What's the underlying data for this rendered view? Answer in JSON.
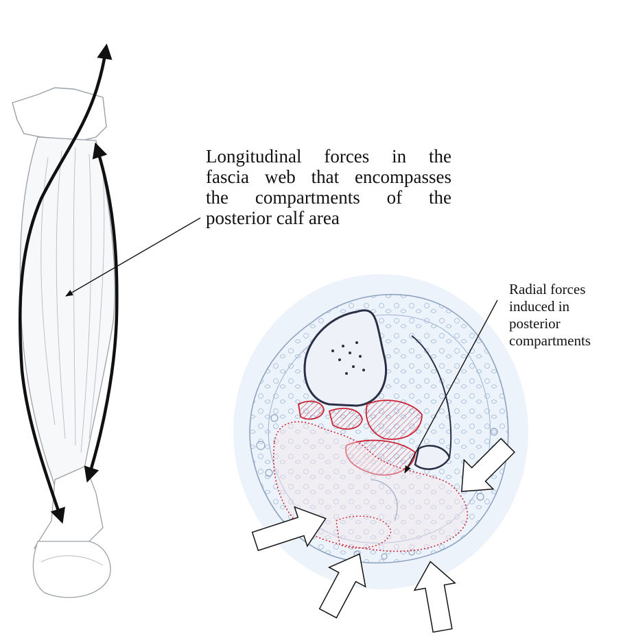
{
  "labels": {
    "longitudinal": {
      "lines": [
        "Longitudinal forces in the",
        "fascia web that encompasses",
        "the compartments of the",
        "posterior calf area"
      ]
    },
    "radial": {
      "lines": [
        "Radial forces",
        "induced in",
        "posterior",
        "compartments"
      ]
    }
  },
  "colors": {
    "ink": "#111111",
    "pencil": "#9aa0a6",
    "compartment_red": "#cc2233",
    "tissue_blue": "#c9d9ec",
    "bone_outline": "#2a2f45"
  },
  "icons": [
    "double-headed-force-arrow",
    "pointer-arrow",
    "hollow-compression-arrow"
  ]
}
